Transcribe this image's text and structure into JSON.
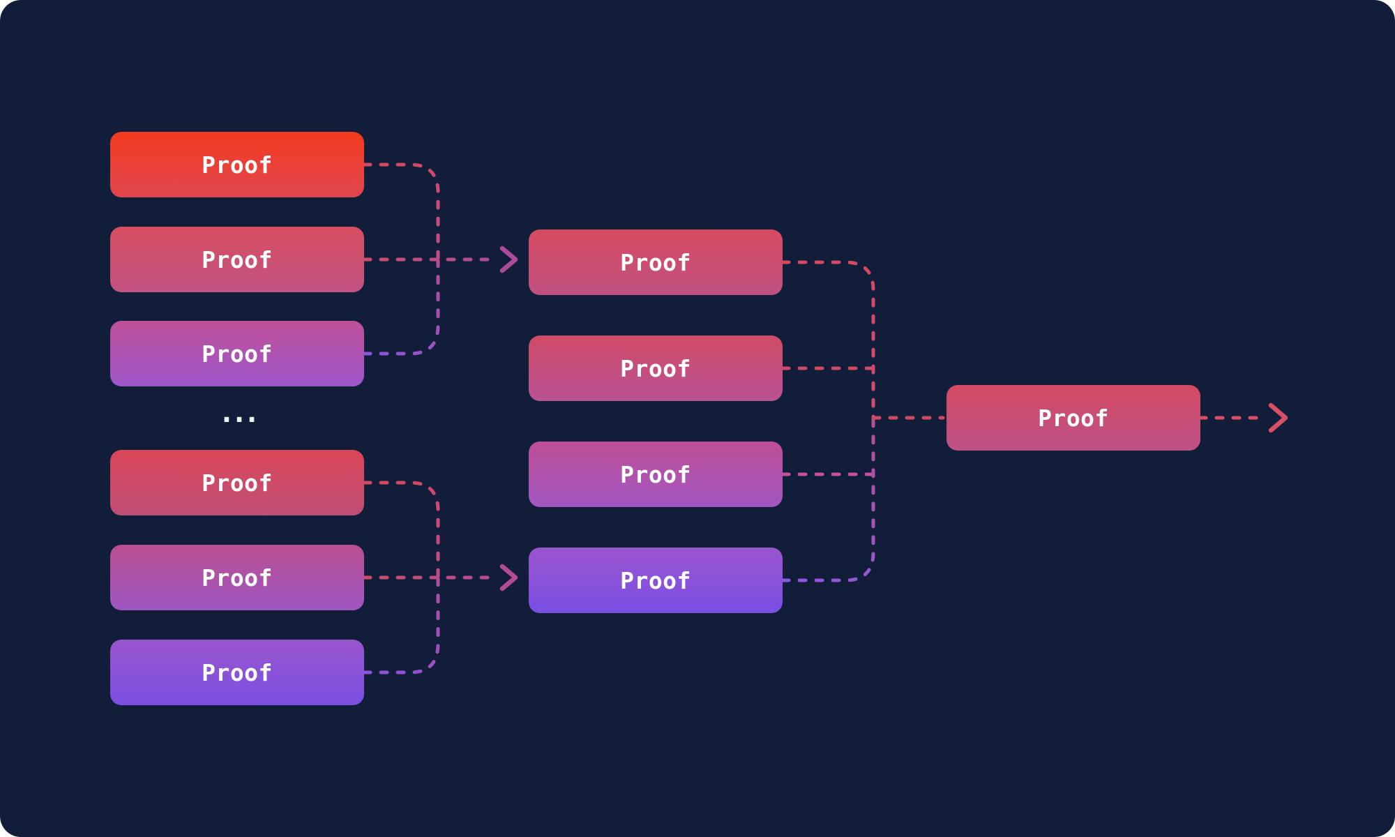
{
  "frame": {
    "background": "#111d39",
    "outer_background": "#ffffff"
  },
  "nodes": {
    "cluster_a": [
      {
        "label": "Proof",
        "style": "background:linear-gradient(180deg,#f33b1f,#e0464f)"
      },
      {
        "label": "Proof",
        "style": "background:linear-gradient(180deg,#d74e5f,#c25383)"
      },
      {
        "label": "Proof",
        "style": "background:linear-gradient(180deg,#bf4f98,#9d57cb)"
      }
    ],
    "ellipsis": "...",
    "cluster_b": [
      {
        "label": "Proof",
        "style": "background:linear-gradient(180deg,#d94657,#c04f78)"
      },
      {
        "label": "Proof",
        "style": "background:linear-gradient(180deg,#ba4f90,#9f56c2)"
      },
      {
        "label": "Proof",
        "style": "background:linear-gradient(180deg,#9955cd,#7b50e3)"
      }
    ],
    "aggregators": [
      {
        "label": "Proof",
        "style": "background:linear-gradient(180deg,#d64a60,#c05180)"
      },
      {
        "label": "Proof",
        "style": "background:linear-gradient(180deg,#d04b66,#b95294)"
      },
      {
        "label": "Proof",
        "style": "background:linear-gradient(180deg,#bf4f96,#a156c2)"
      },
      {
        "label": "Proof",
        "style": "background:linear-gradient(180deg,#9a55ce,#7a4fe4)"
      }
    ],
    "root": {
      "label": "Proof",
      "style": "background:linear-gradient(180deg,#d34a62,#bd5186)"
    }
  },
  "connectors": {
    "cluster_a": {
      "from_top_start": "#d4495e",
      "from_top_end": "#c24b84",
      "from_bottom_start": "#8b54de",
      "from_bottom_end": "#b54d9c",
      "merged_start": "#cc4e6e",
      "merged_end": "#ad4a99",
      "arrow": "#ad4a99"
    },
    "cluster_b": {
      "from_top_start": "#d6495c",
      "from_top_end": "#c04b85",
      "from_bottom_start": "#8a52e0",
      "from_bottom_end": "#b04da0",
      "merged_start": "#cf4d69",
      "merged_end": "#b34b96",
      "arrow": "#b34b96"
    },
    "aggregation": {
      "from_top_start": "#d6495e",
      "from_top_end": "#cc4d70",
      "from_second": "#ce4a66",
      "from_third": "#c4509c",
      "from_bottom_start": "#8a59e2",
      "from_bottom_end": "#b84f92",
      "to_root": "#d04a62"
    },
    "output": {
      "line": "#d94f63",
      "arrow": "#d94f63"
    },
    "ellipsis_color": "#eef1f6"
  }
}
